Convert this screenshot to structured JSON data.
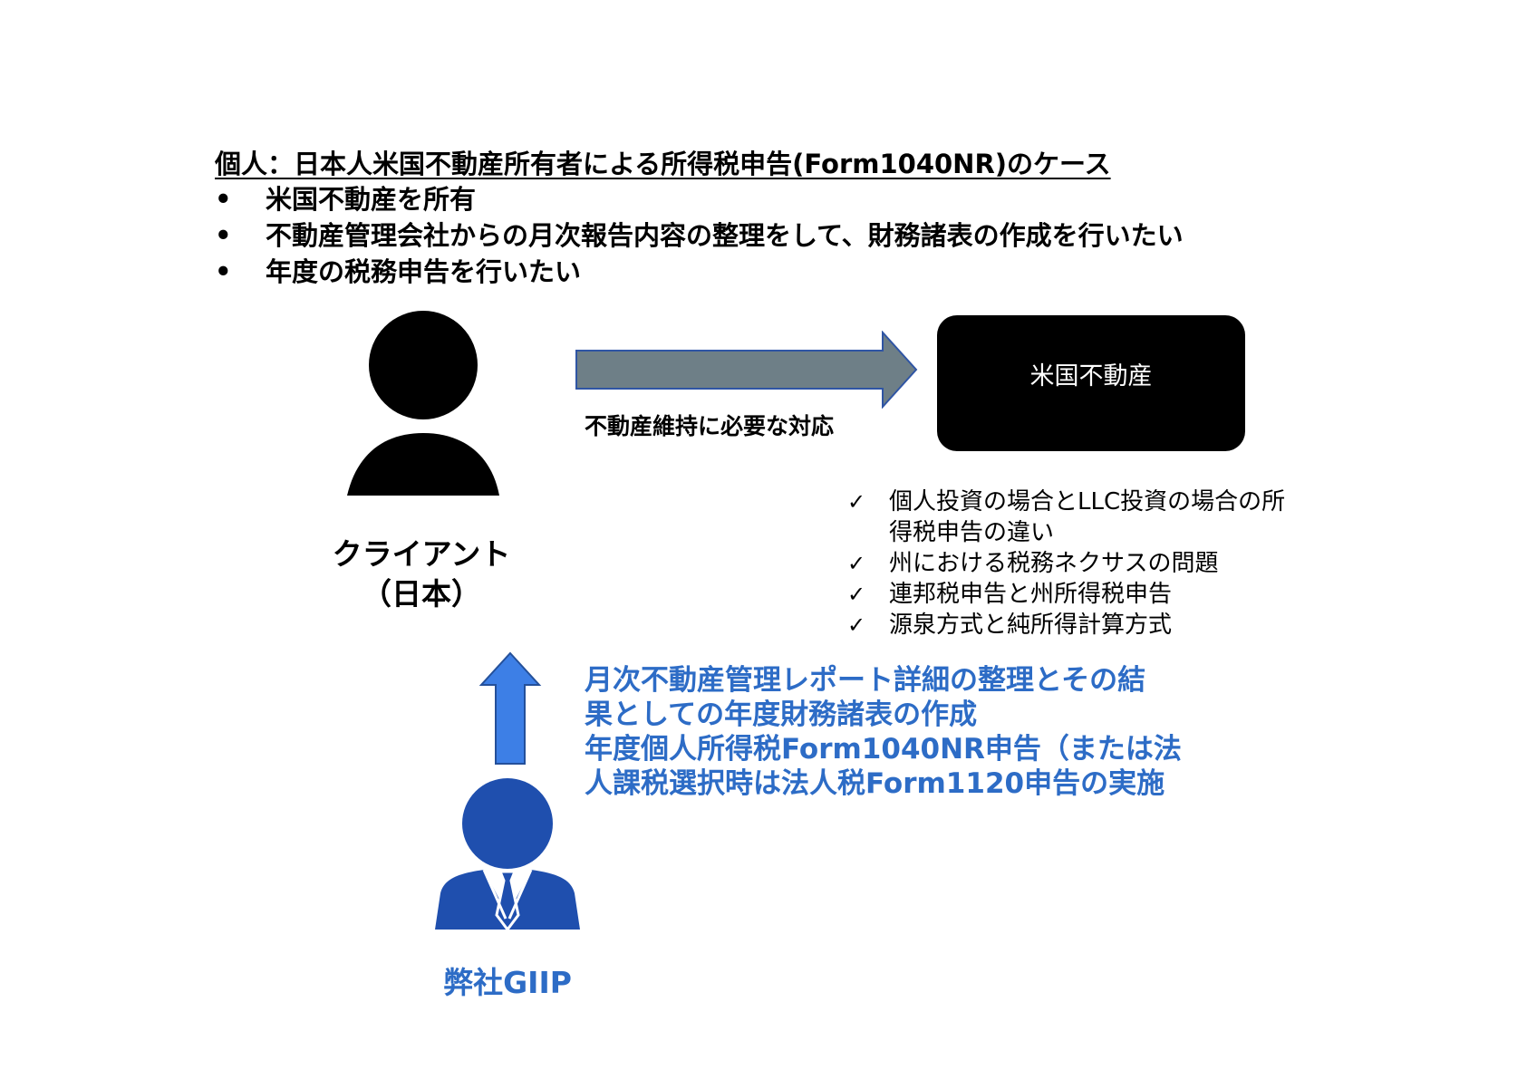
{
  "title": "個人：日本人米国不動産所有者による所得税申告(Form1040NR)のケース",
  "bullets": [
    "米国不動産を所有",
    "不動産管理会社からの月次報告内容の整理をして、財務諸表の作成を行いたい",
    "年度の税務申告を行いたい"
  ],
  "bullet_symbol": "•",
  "client": {
    "line1": "クライアント",
    "line2": "（日本）"
  },
  "arrow_label": "不動産維持に必要な対応",
  "property_box": "米国不動産",
  "check_symbol": "✓",
  "checks": [
    "個人投資の場合とLLC投資の場合の所得税申告の違い",
    "州における税務ネクサスの問題",
    "連邦税申告と州所得税申告",
    "源泉方式と純所得計算方式"
  ],
  "giip_services": [
    "月次不動産管理レポート詳細の整理とその結",
    "果としての年度財務諸表の作成",
    "年度個人所得税Form1040NR申告（または法",
    "人課税選択時は法人税Form1120申告の実施"
  ],
  "giip_label": "弊社GIIP",
  "colors": {
    "client_icon": "#000000",
    "gray_arrow_fill": "#6e7f87",
    "gray_arrow_stroke": "#2f55a4",
    "blue_arrow_fill": "#3d7fe6",
    "blue_arrow_stroke": "#24509a",
    "giip_icon": "#1f4fae",
    "blue_text": "#2d6cc6"
  },
  "icons": [
    "client-person-icon",
    "giip-businessperson-icon",
    "right-arrow-icon",
    "up-arrow-icon"
  ]
}
